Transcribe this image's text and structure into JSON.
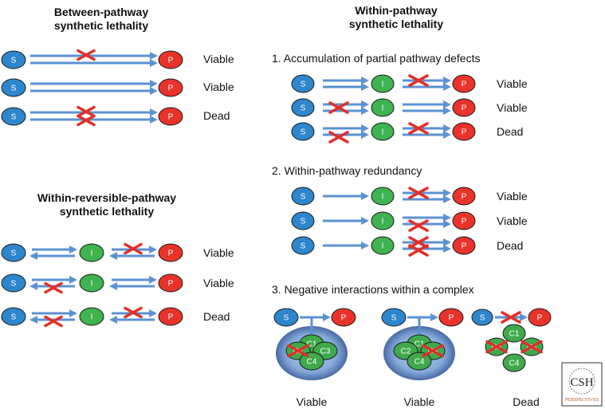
{
  "headings": {
    "between": [
      "Between-pathway",
      "synthetic lethality"
    ],
    "within": [
      "Within-pathway",
      "synthetic lethality"
    ],
    "reversible": [
      "Within-reversible-pathway",
      "synthetic lethality"
    ]
  },
  "subsections": {
    "accumulation": "1. Accumulation of partial pathway defects",
    "redundancy": "2. Within-pathway redundancy",
    "complex": "3. Negative interactions within a complex"
  },
  "node_labels": {
    "S": "S",
    "I": "I",
    "P": "P",
    "C1": "C1",
    "C2": "C2",
    "C3": "C3",
    "C4": "C4"
  },
  "outcomes": {
    "between": [
      "Viable",
      "Viable",
      "Dead"
    ],
    "reversible": [
      "Viable",
      "Viable",
      "Dead"
    ],
    "accumulation": [
      "Viable",
      "Viable",
      "Dead"
    ],
    "redundancy": [
      "Viable",
      "Viable",
      "Dead"
    ],
    "complex": [
      "Viable",
      "Viable",
      "Dead"
    ]
  },
  "logo": {
    "main": "CSH",
    "sub": "PERSPECTIVES"
  },
  "colors": {
    "substrate": "#2e86cc",
    "intermediate": "#3fb34f",
    "product": "#e8322a",
    "arrow": "#5b92d2",
    "knockout": "#e0302a",
    "complex_node": "#3fa94c",
    "halo": "#7ea4d6"
  }
}
